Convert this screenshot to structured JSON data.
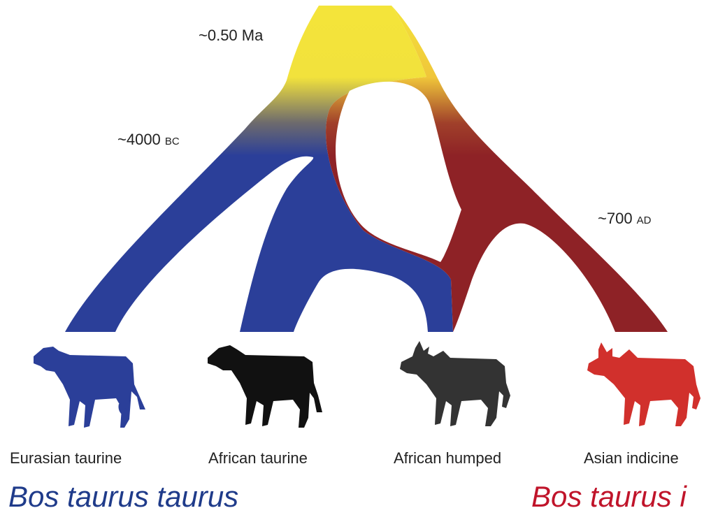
{
  "times": {
    "t1": {
      "prefix": "~0.50 ",
      "suffix": "Ma"
    },
    "t2": {
      "prefix": "~4000 ",
      "suffix": "BC"
    },
    "t3": {
      "prefix": "~700 ",
      "suffix": "AD"
    }
  },
  "groups": [
    {
      "label": "Eurasian taurine",
      "color": "#2b3f99"
    },
    {
      "label": "African taurine",
      "color": "#111111"
    },
    {
      "label": "African humped",
      "color": "#333333"
    },
    {
      "label": "Asian indicine",
      "color": "#d1302c"
    }
  ],
  "species": {
    "taurus": "Bos taurus taurus",
    "indicus": "Bos taurus i"
  },
  "colors": {
    "yellow": "#f4e43a",
    "blue": "#2b3f99",
    "darkred": "#8e2226",
    "title_blue": "#1f3b8a",
    "title_red": "#c0142a"
  }
}
